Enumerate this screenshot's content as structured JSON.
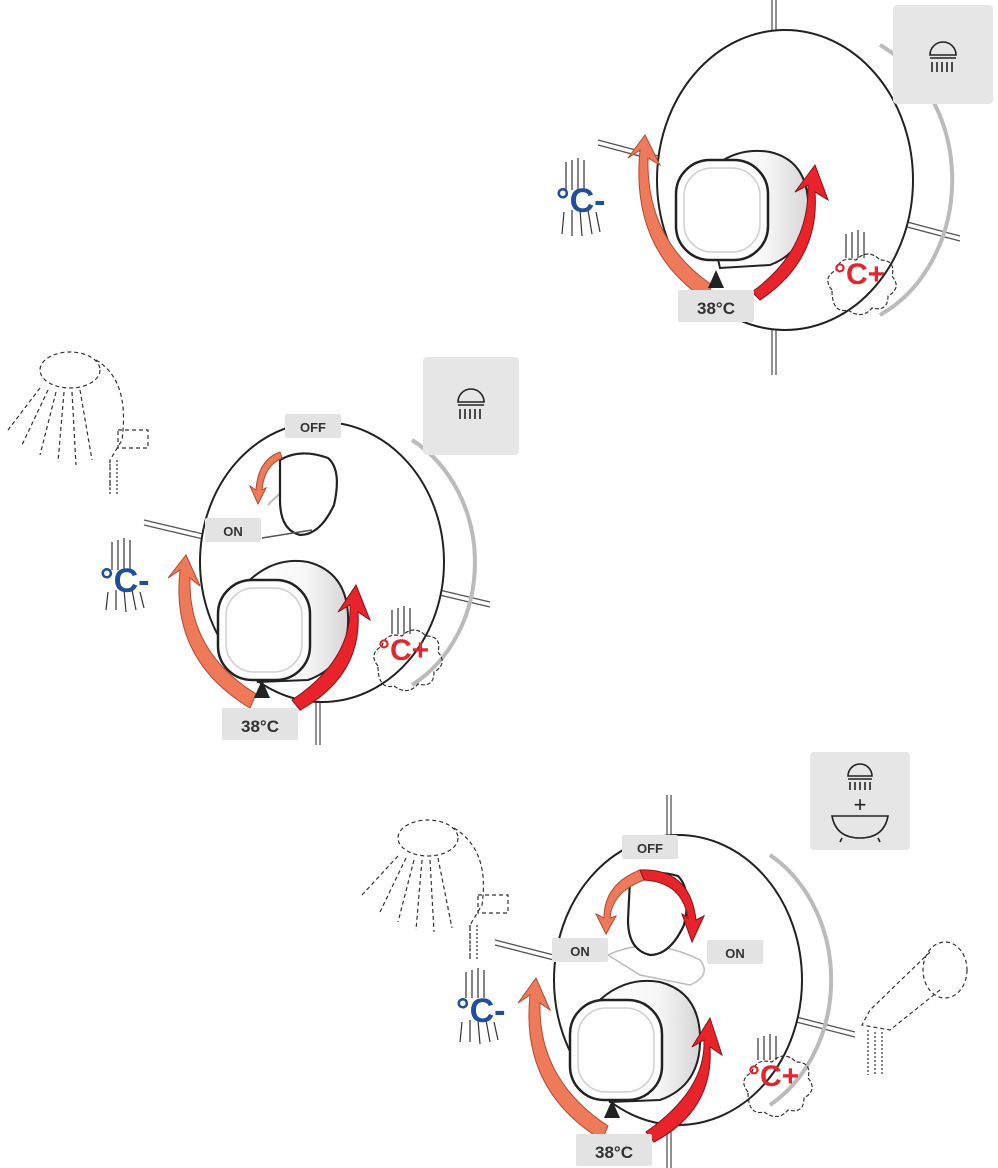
{
  "colors": {
    "cold": "#1f4f9c",
    "hot": "#e8232a",
    "arrow_cold": "#ee7a5a",
    "arrow_hot": "#e8232a",
    "label_bg": "#e3e3e3",
    "tile_bg": "#e6e6e6"
  },
  "panels": [
    {
      "mode_icon": "shower-icon",
      "temp_label": "38°C",
      "cold_label": "°C-",
      "hot_label": "°C+"
    },
    {
      "mode_icon": "shower-icon",
      "temp_label": "38°C",
      "cold_label": "°C-",
      "hot_label": "°C+",
      "off_label": "OFF",
      "on_label": "ON"
    },
    {
      "mode_icon": "shower-plus-bathtub-icon",
      "mode_plus": "+",
      "temp_label": "38°C",
      "cold_label": "°C-",
      "hot_label": "°C+",
      "off_label": "OFF",
      "on_left_label": "ON",
      "on_right_label": "ON"
    }
  ]
}
